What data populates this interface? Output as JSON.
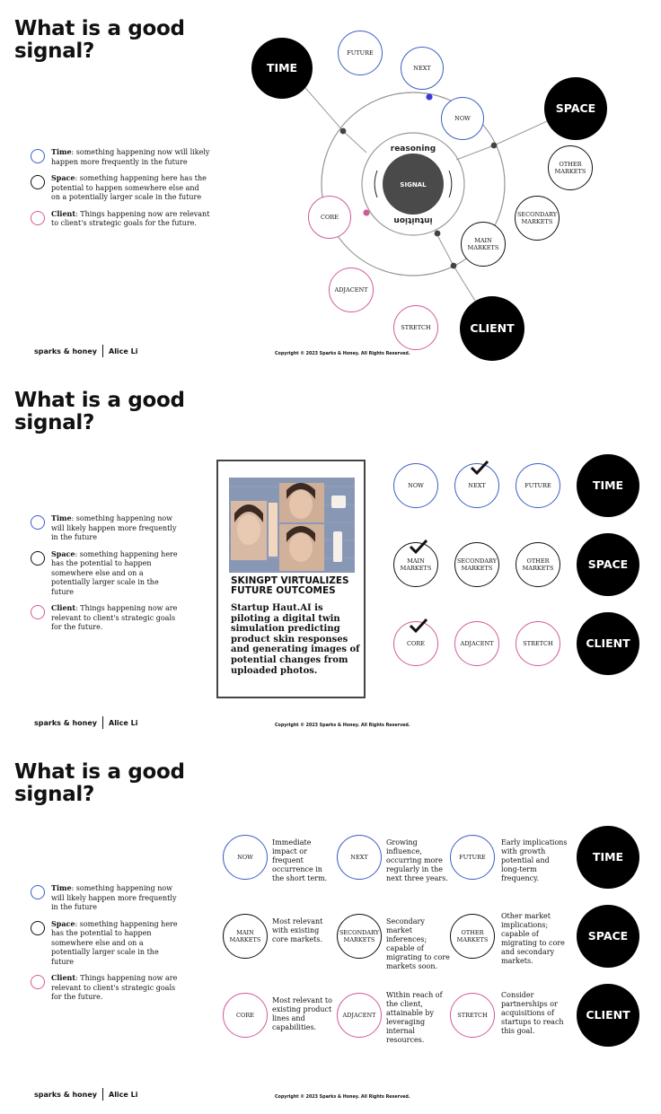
{
  "colors": {
    "time_blue": "#3b5fc4",
    "space_black": "#111111",
    "client_pink": "#d05b9a"
  },
  "common": {
    "title": "What is a good\nsignal?",
    "brand": "sparks & honey",
    "author": "Alice Li",
    "copyright": "Copyright © 2023 Sparks & Honey. All Rights Reserved.",
    "legend": [
      {
        "term": "Time",
        "text": ": something happening now will likely happen more frequently in the future"
      },
      {
        "term": "Space",
        "text": ": something happening here has the potential to happen somewhere else and on a potentially larger scale in the future"
      },
      {
        "term": "Client",
        "text": ": Things happening now are relevant to client's strategic goals for the future."
      }
    ]
  },
  "slide1": {
    "center": "SIGNAL",
    "reasoning": "reasoning",
    "intuition": "intuition",
    "time": "TIME",
    "space": "SPACE",
    "client": "CLIENT",
    "future": "FUTURE",
    "next": "NEXT",
    "now": "NOW",
    "other_markets": "OTHER MARKETS",
    "secondary_markets": "SECONDARY MARKETS",
    "main_markets": "MAIN MARKETS",
    "core": "CORE",
    "adjacent": "ADJACENT",
    "stretch": "STRETCH"
  },
  "slide2": {
    "headline": "SKINGPT VIRTUALIZES FUTURE OUTCOMES",
    "body": "Startup Haut.AI is piloting a digital twin simulation predicting product skin responses and generating images of potential changes from uploaded photos.",
    "row_time": [
      "NOW",
      "NEXT",
      "FUTURE",
      "TIME"
    ],
    "row_space": [
      "MAIN MARKETS",
      "SECONDARY MARKETS",
      "OTHER MARKETS",
      "SPACE"
    ],
    "row_client": [
      "CORE",
      "ADJACENT",
      "STRETCH",
      "CLIENT"
    ],
    "checked": [
      "NEXT",
      "MAIN MARKETS",
      "CORE"
    ]
  },
  "slide3": {
    "rows": [
      {
        "big": "TIME",
        "items": [
          {
            "label": "NOW",
            "desc": "Immediate impact or frequent occurrence in the short term."
          },
          {
            "label": "NEXT",
            "desc": "Growing influence, occurring more regularly in the next three years."
          },
          {
            "label": "FUTURE",
            "desc": "Early implications with growth potential and long-term frequency."
          }
        ]
      },
      {
        "big": "SPACE",
        "items": [
          {
            "label": "MAIN MARKETS",
            "desc": "Most relevant with existing core markets."
          },
          {
            "label": "SECONDARY MARKETS",
            "desc": "Secondary market inferences; capable of migrating to core markets soon."
          },
          {
            "label": "OTHER MARKETS",
            "desc": "Other market implications; capable of migrating to core and secondary markets."
          }
        ]
      },
      {
        "big": "CLIENT",
        "items": [
          {
            "label": "CORE",
            "desc": "Most relevant to existing product lines and capabilities."
          },
          {
            "label": "ADJACENT",
            "desc": "Within reach of the client, attainable by leveraging internal resources."
          },
          {
            "label": "STRETCH",
            "desc": "Consider partnerships or acquisitions of startups to reach this goal."
          }
        ]
      }
    ]
  }
}
